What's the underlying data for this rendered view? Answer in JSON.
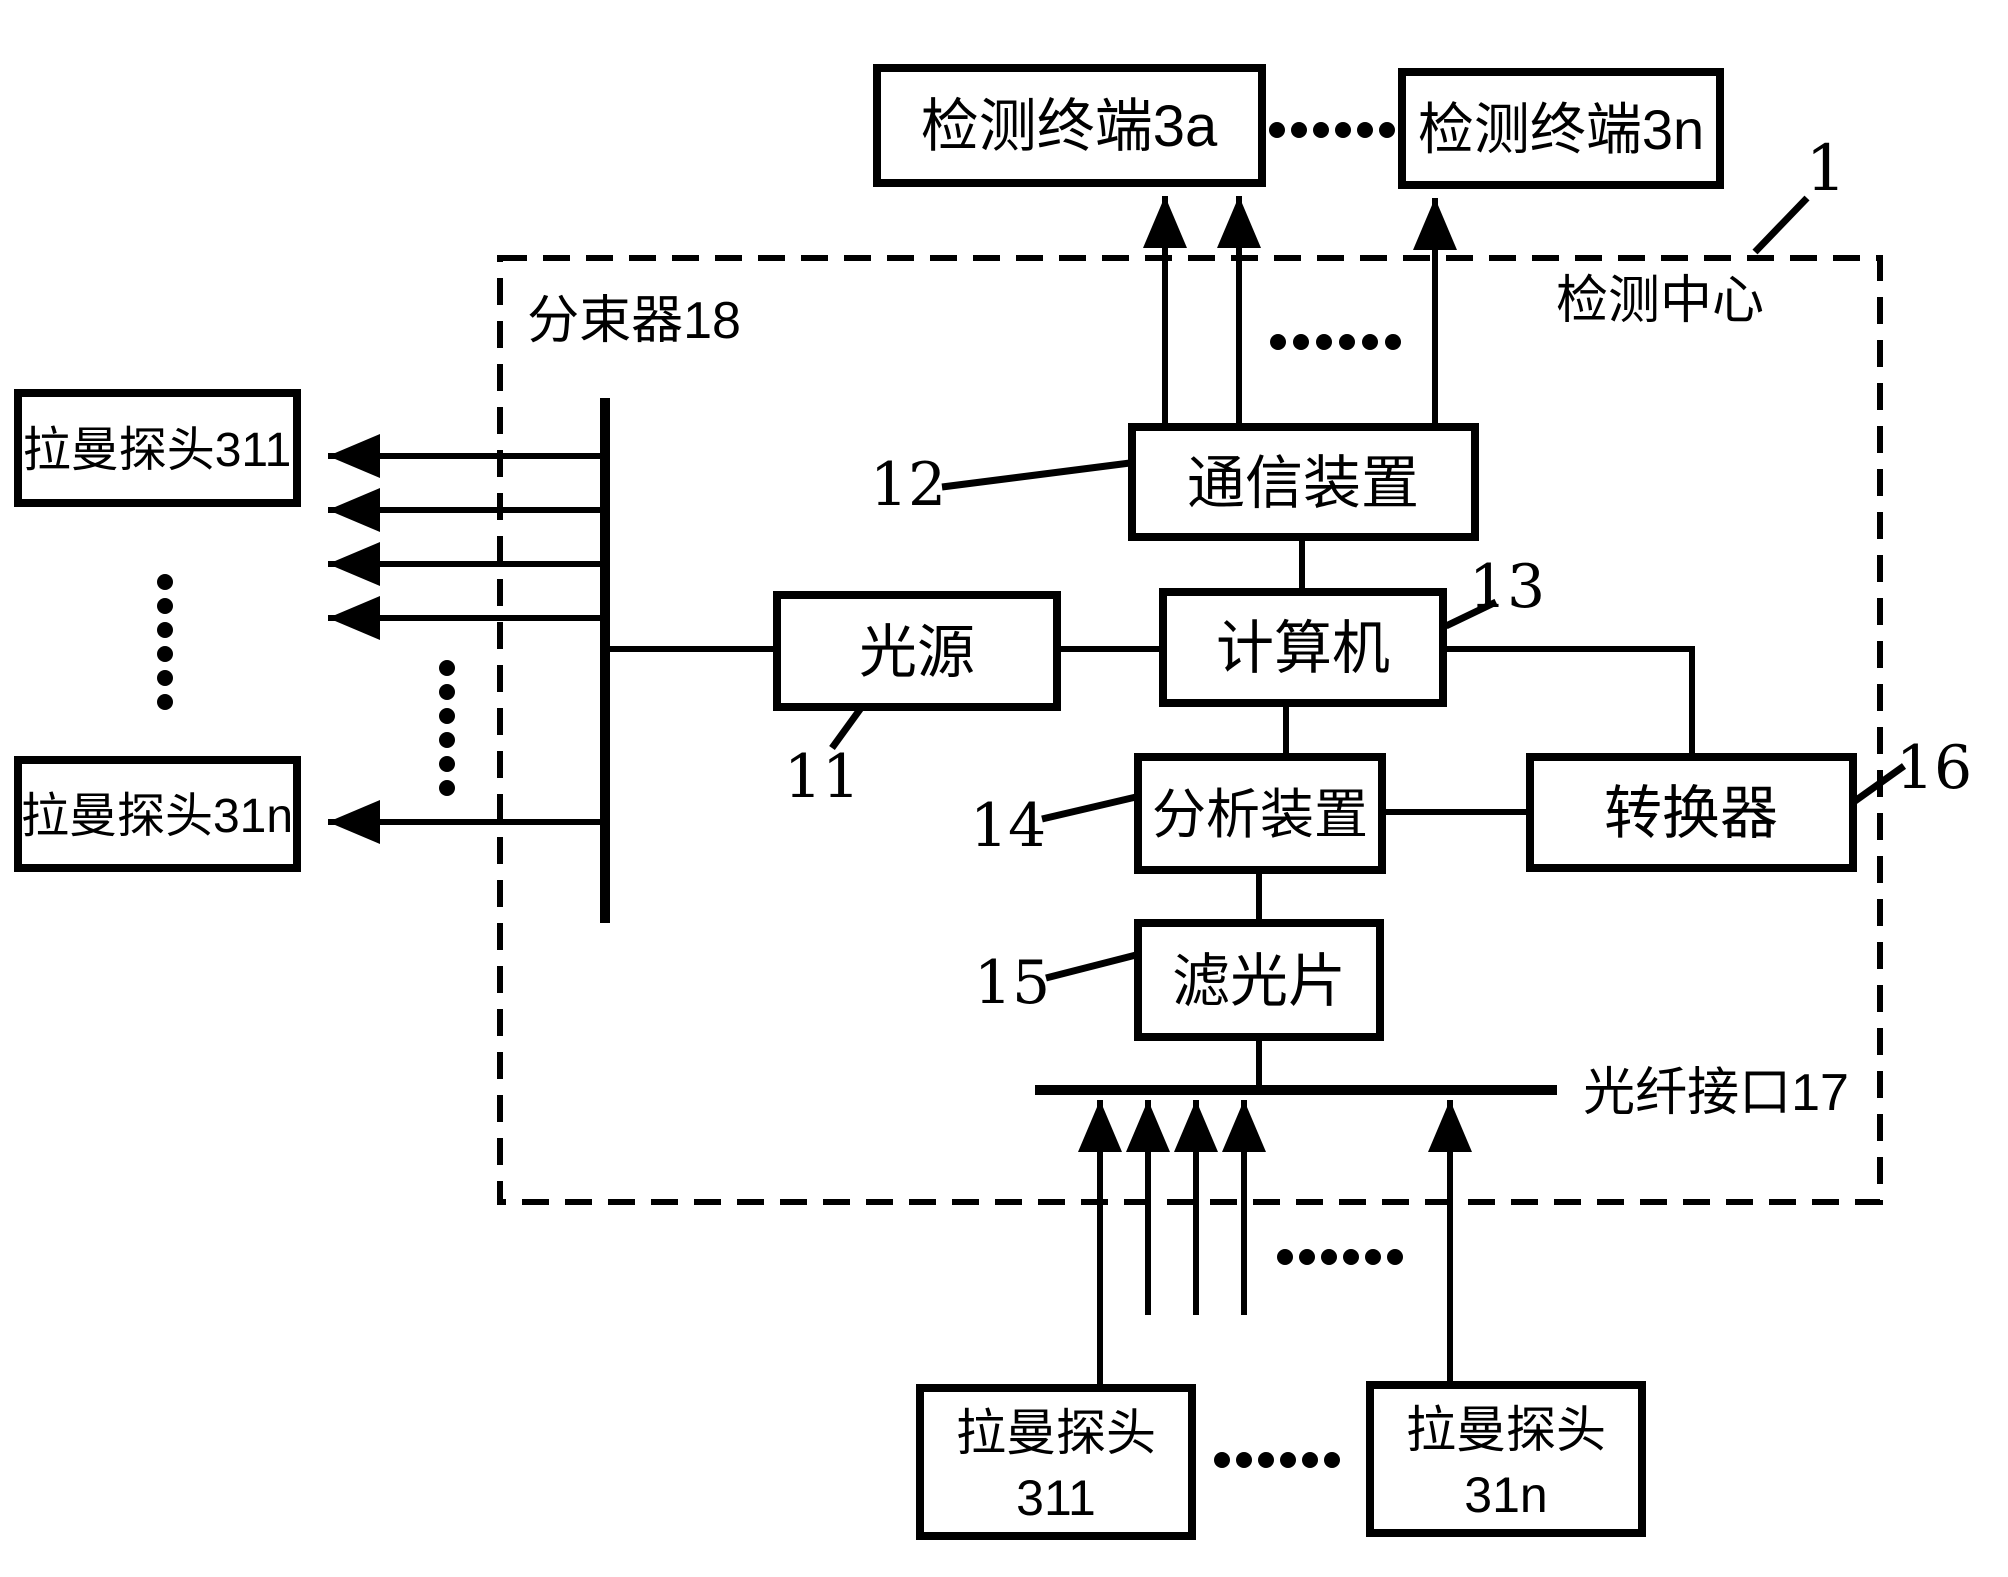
{
  "figure": {
    "type": "patent-block-diagram",
    "colors": {
      "ink": "#000000",
      "paper": "#ffffff"
    },
    "labels": {
      "terminal_a": "检测终端3a",
      "terminal_n": "检测终端3n",
      "detection_center": "检测中心",
      "beam_splitter": "分束器18",
      "fiber_interface": "光纤接口17",
      "comm_device": "通信装置",
      "computer": "计算机",
      "light_source": "光源",
      "analysis_device": "分析装置",
      "converter": "转换器",
      "optical_filter": "滤光片",
      "raman_probe_311": "拉曼探头311",
      "raman_probe_31n": "拉曼探头31n",
      "raman_probe": "拉曼探头",
      "probe_id_311": "311",
      "probe_id_31n": "31n"
    },
    "ref_numbers": {
      "r1": "1",
      "r11": "11",
      "r12": "12",
      "r13": "13",
      "r14": "14",
      "r15": "15",
      "r16": "16"
    }
  }
}
